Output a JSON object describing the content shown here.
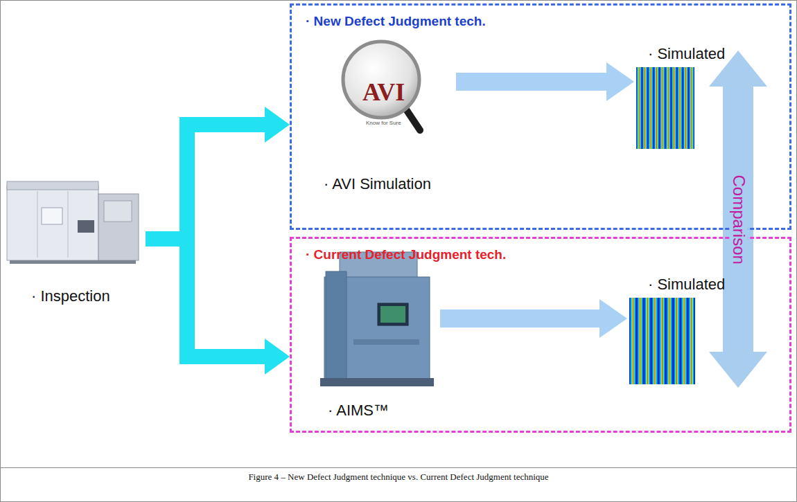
{
  "diagram": {
    "caption": "Figure 4 – New Defect Judgment technique vs. Current Defect Judgment technique",
    "nodes": [
      {
        "text": [
          "· Inspection"
        ]
      },
      {
        "text": [
          "· New Defect Judgment tech."
        ]
      },
      {
        "text": [
          "AVI",
          "Know for Sure",
          "· AVI Simulation"
        ],
        "in": 1
      },
      {
        "text": [
          "· Simulated"
        ],
        "in": 1
      },
      {
        "text": [
          "· Current Defect Judgment tech."
        ]
      },
      {
        "text": [
          "· AIMS™"
        ],
        "in": 4
      },
      {
        "text": [
          "· Simulated"
        ],
        "in": 4
      }
    ],
    "edges": [
      {
        "from": 0,
        "to": 1,
        "arrow": "to"
      },
      {
        "from": 0,
        "to": 4,
        "arrow": "to"
      },
      {
        "from": 2,
        "to": 3,
        "arrow": "to"
      },
      {
        "from": 5,
        "to": 6,
        "arrow": "to"
      },
      {
        "from": 3,
        "to": 6,
        "arrow": "both",
        "label": "Comparison"
      }
    ]
  }
}
